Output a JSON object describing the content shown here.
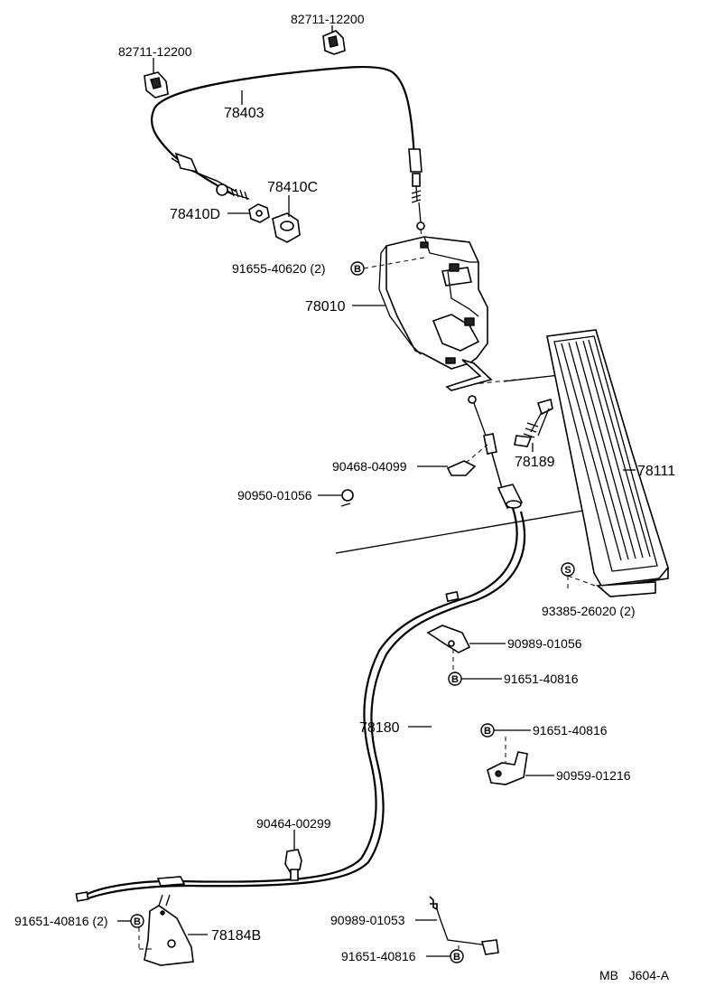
{
  "labels": {
    "clip_top": "82711-12200",
    "clip_left": "82711-12200",
    "cable_upper": "78403",
    "nut_c": "78410C",
    "nut_d": "78410D",
    "bolt_bracket": "91655-40620 (2)",
    "bracket": "78010",
    "clip_b": "90468-04099",
    "grommet": "90950-01056",
    "stopper": "78189",
    "pedal": "78111",
    "screw": "93385-26020 (2)",
    "clamp_1": "90989-01056",
    "bolt_1": "91651-40816",
    "cable_lower": "78180",
    "bolt_2": "91651-40816",
    "clamp_2": "90959-01216",
    "clamp_3": "90464-00299",
    "bolt_4": "91651-40816 (2)",
    "bracket_b": "78184B",
    "clamp_4": "90989-01053",
    "bolt_3": "91651-40816",
    "footer": "MB   J604-A"
  },
  "badges": {
    "b": "B",
    "s": "S"
  }
}
